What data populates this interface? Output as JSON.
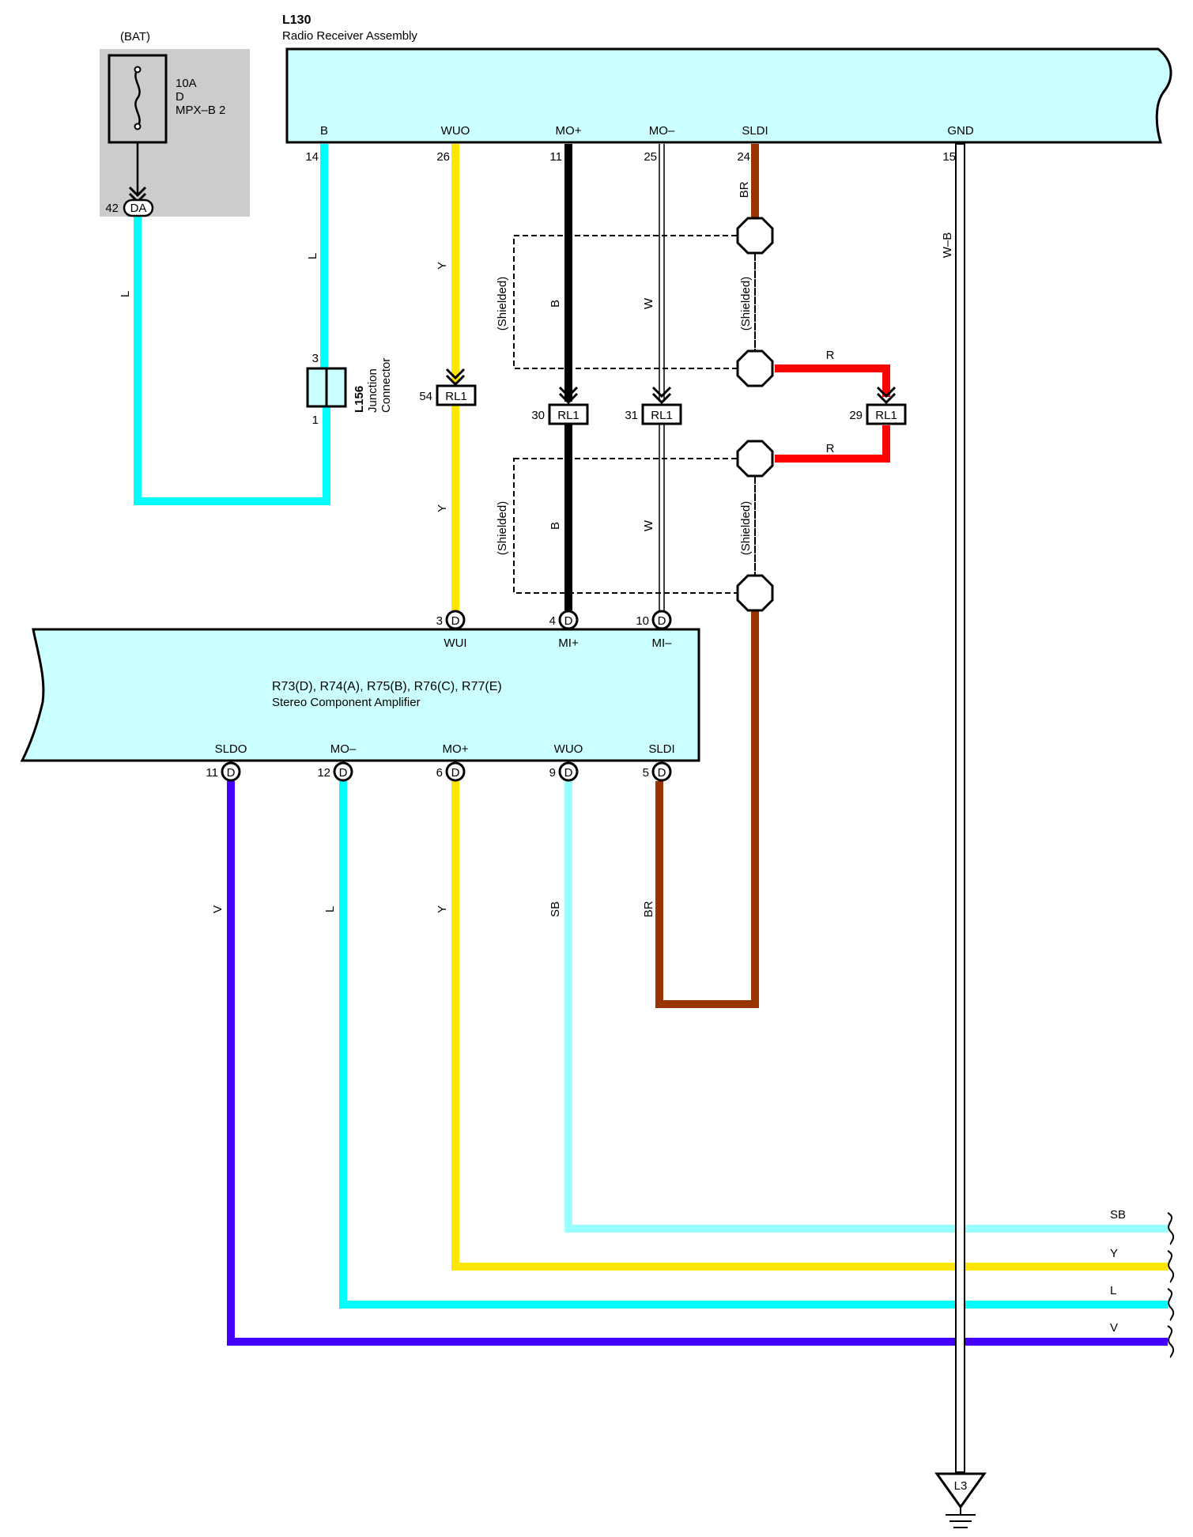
{
  "fuse": {
    "source": "(BAT)",
    "rating": "10A",
    "block": "D",
    "name": "MPX–B 2",
    "pin": "42",
    "connector": "DA"
  },
  "radio": {
    "code": "L130",
    "name": "Radio Receiver Assembly",
    "terminals": [
      {
        "label": "B",
        "pin": "14"
      },
      {
        "label": "WUO",
        "pin": "26"
      },
      {
        "label": "MO+",
        "pin": "11"
      },
      {
        "label": "MO–",
        "pin": "25"
      },
      {
        "label": "SLDI",
        "pin": "24"
      },
      {
        "label": "GND",
        "pin": "15"
      }
    ]
  },
  "junction": {
    "code": "L156",
    "line1": "Junction",
    "line2": "Connector",
    "pin_top": "3",
    "pin_bottom": "1"
  },
  "relay_connectors": [
    {
      "pin": "54",
      "name": "RL1"
    },
    {
      "pin": "30",
      "name": "RL1"
    },
    {
      "pin": "31",
      "name": "RL1"
    },
    {
      "pin": "29",
      "name": "RL1"
    }
  ],
  "amp": {
    "codes": "R73(D), R74(A), R75(B), R76(C), R77(E)",
    "name": "Stereo Component Amplifier",
    "top_terminals": [
      {
        "label": "WUI",
        "pin": "3",
        "conn": "D"
      },
      {
        "label": "MI+",
        "pin": "4",
        "conn": "D"
      },
      {
        "label": "MI–",
        "pin": "10",
        "conn": "D"
      }
    ],
    "bottom_terminals": [
      {
        "label": "SLDO",
        "pin": "11",
        "conn": "D"
      },
      {
        "label": "MO–",
        "pin": "12",
        "conn": "D"
      },
      {
        "label": "MO+",
        "pin": "6",
        "conn": "D"
      },
      {
        "label": "WUO",
        "pin": "9",
        "conn": "D"
      },
      {
        "label": "SLDI",
        "pin": "5",
        "conn": "D"
      }
    ]
  },
  "wire_colors": {
    "L": "L",
    "Y": "Y",
    "B": "B",
    "W": "W",
    "BR": "BR",
    "R": "R",
    "WB": "W–B",
    "V": "V",
    "SB": "SB"
  },
  "shield_label": "(Shielded)",
  "ground": "L3",
  "palette": {
    "L": "#00ffff",
    "Y": "#ffe600",
    "B": "#000000",
    "BR": "#993300",
    "R": "#ff0000",
    "V": "#4400ff",
    "SB": "#99ffff",
    "box": "#ccffff",
    "fuse_bg": "#cccccc"
  }
}
